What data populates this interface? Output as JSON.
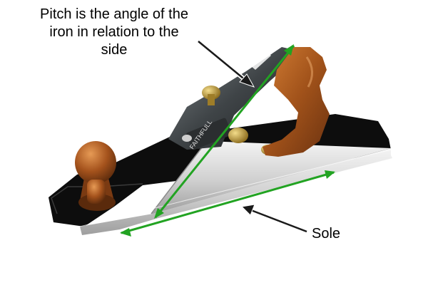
{
  "annotations": {
    "pitch": {
      "lines": [
        "Pitch is the angle of the",
        "iron in relation to the",
        "side"
      ]
    },
    "sole": {
      "text": "Sole"
    },
    "stamp": {
      "text": "FAITHFULL"
    }
  },
  "colors": {
    "measure_line": "#22a322",
    "pointer_arrow": "#1a1a1a",
    "body_black": "#0d0d0d",
    "steel": "#d2d2d2",
    "wood": "#a5551b",
    "brass": "#c6a13d"
  },
  "icons": {
    "pitch_measure": "double-headed-arrow",
    "sole_measure": "double-headed-arrow",
    "pointers": "arrow"
  }
}
